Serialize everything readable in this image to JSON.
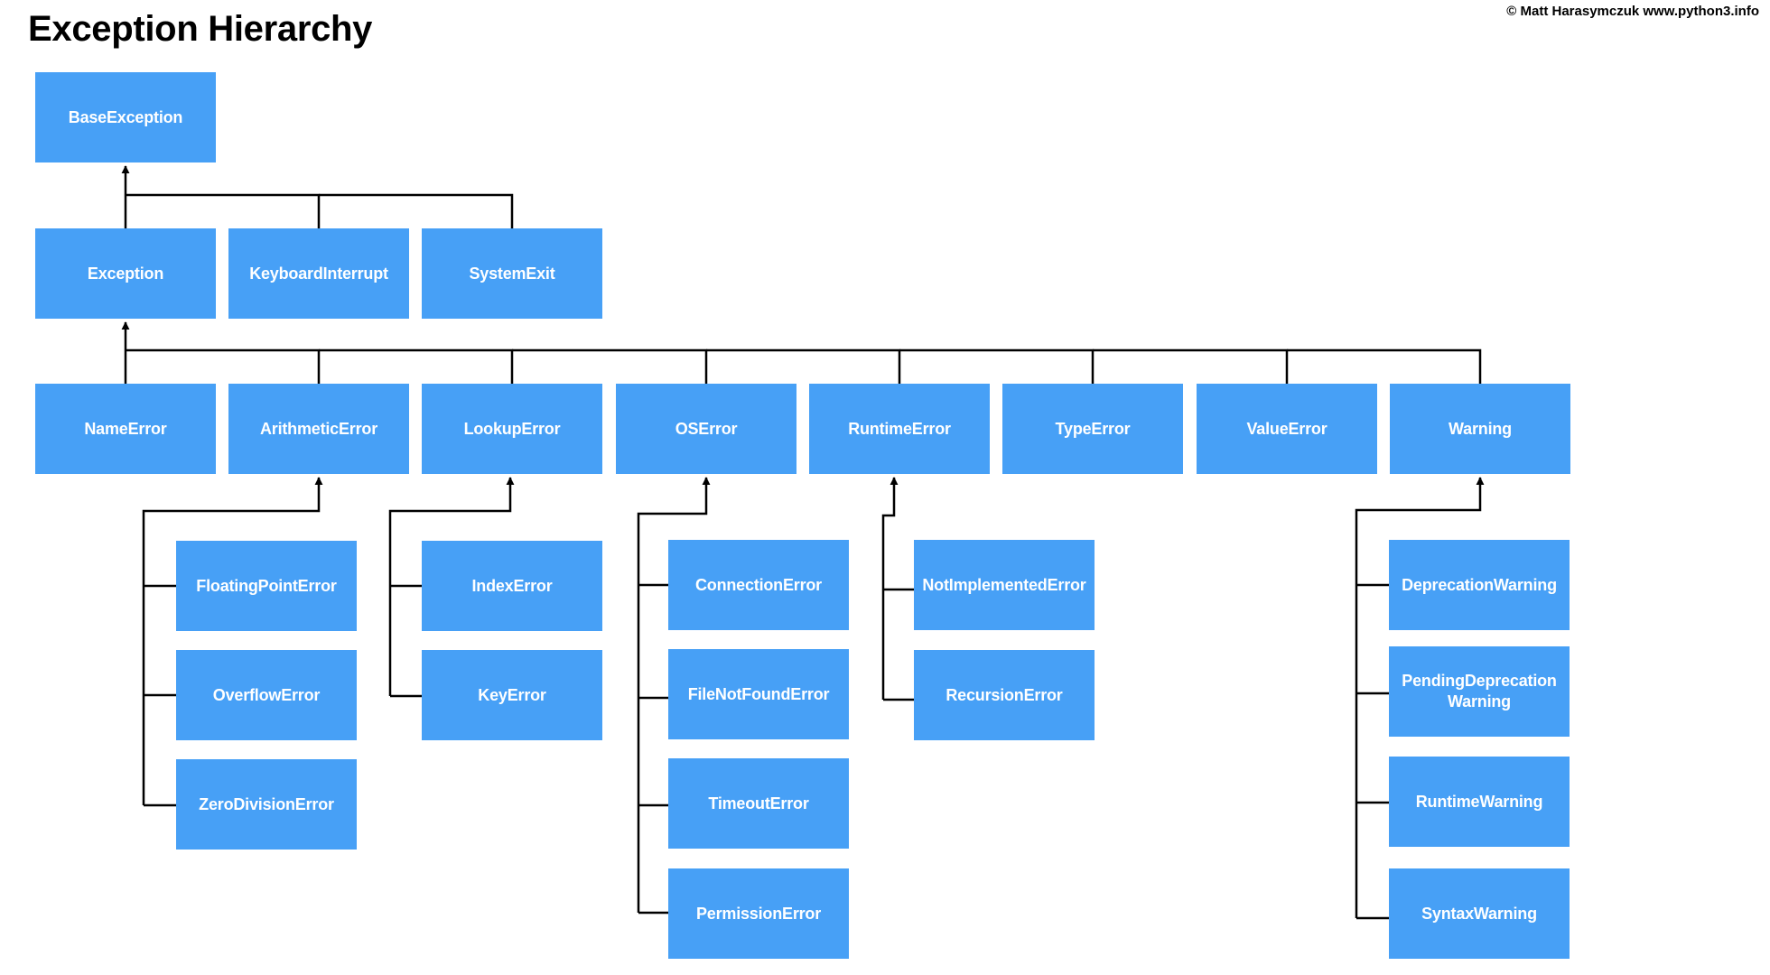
{
  "title": "Exception Hierarchy",
  "credit": "© Matt Harasymczuk www.python3.info",
  "colors": {
    "node_fill": "#47a0f6",
    "node_text": "#ffffff",
    "connector": "#000000"
  },
  "nodes": {
    "BaseException": "BaseException",
    "Exception": "Exception",
    "KeyboardInterrupt": "KeyboardInterrupt",
    "SystemExit": "SystemExit",
    "NameError": "NameError",
    "ArithmeticError": "ArithmeticError",
    "LookupError": "LookupError",
    "OSError": "OSError",
    "RuntimeError": "RuntimeError",
    "TypeError": "TypeError",
    "ValueError": "ValueError",
    "Warning": "Warning",
    "FloatingPointError": "FloatingPointError",
    "OverflowError": "OverflowError",
    "ZeroDivisionError": "ZeroDivisionError",
    "IndexError": "IndexError",
    "KeyError": "KeyError",
    "ConnectionError": "ConnectionError",
    "FileNotFoundError": "FileNotFoundError",
    "TimeoutError": "TimeoutError",
    "PermissionError": "PermissionError",
    "NotImplementedError": "NotImplementedError",
    "RecursionError": "RecursionError",
    "DeprecationWarning": "DeprecationWarning",
    "PendingDeprecationWarning": "PendingDeprecationWarning",
    "RuntimeWarning": "RuntimeWarning",
    "SyntaxWarning": "SyntaxWarning"
  },
  "edges": [
    {
      "from": "Exception",
      "to": "BaseException"
    },
    {
      "from": "KeyboardInterrupt",
      "to": "BaseException"
    },
    {
      "from": "SystemExit",
      "to": "BaseException"
    },
    {
      "from": "NameError",
      "to": "Exception"
    },
    {
      "from": "ArithmeticError",
      "to": "Exception"
    },
    {
      "from": "LookupError",
      "to": "Exception"
    },
    {
      "from": "OSError",
      "to": "Exception"
    },
    {
      "from": "RuntimeError",
      "to": "Exception"
    },
    {
      "from": "TypeError",
      "to": "Exception"
    },
    {
      "from": "ValueError",
      "to": "Exception"
    },
    {
      "from": "Warning",
      "to": "Exception"
    },
    {
      "from": "FloatingPointError",
      "to": "ArithmeticError"
    },
    {
      "from": "OverflowError",
      "to": "ArithmeticError"
    },
    {
      "from": "ZeroDivisionError",
      "to": "ArithmeticError"
    },
    {
      "from": "IndexError",
      "to": "LookupError"
    },
    {
      "from": "KeyError",
      "to": "LookupError"
    },
    {
      "from": "ConnectionError",
      "to": "OSError"
    },
    {
      "from": "FileNotFoundError",
      "to": "OSError"
    },
    {
      "from": "TimeoutError",
      "to": "OSError"
    },
    {
      "from": "PermissionError",
      "to": "OSError"
    },
    {
      "from": "NotImplementedError",
      "to": "RuntimeError"
    },
    {
      "from": "RecursionError",
      "to": "RuntimeError"
    },
    {
      "from": "DeprecationWarning",
      "to": "Warning"
    },
    {
      "from": "PendingDeprecationWarning",
      "to": "Warning"
    },
    {
      "from": "RuntimeWarning",
      "to": "Warning"
    },
    {
      "from": "SyntaxWarning",
      "to": "Warning"
    }
  ]
}
